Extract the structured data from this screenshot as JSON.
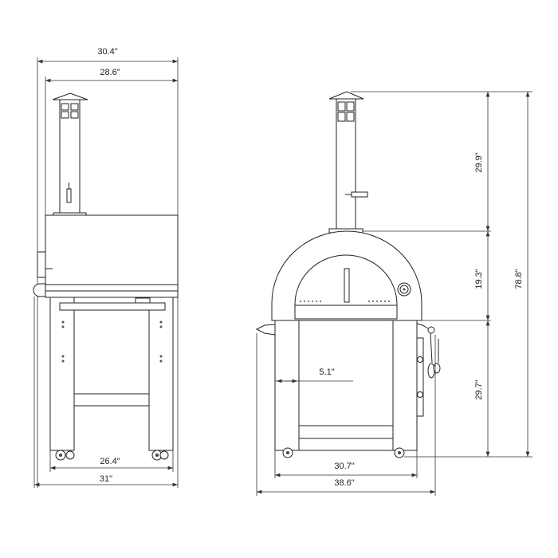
{
  "side_view": {
    "dimensions": {
      "overall_width": "30.4\"",
      "body_width": "28.6\"",
      "leg_span": "26.4\"",
      "base_width": "31\""
    }
  },
  "front_view": {
    "dimensions": {
      "chimney_height": "29.9\"",
      "dome_height": "19.3\"",
      "stand_height": "29.7\"",
      "total_height": "78.8\"",
      "leg_offset": "5.1\"",
      "leg_span": "30.7\"",
      "overall_width": "38.6\""
    }
  },
  "colors": {
    "line": "#222222",
    "background": "#ffffff"
  }
}
